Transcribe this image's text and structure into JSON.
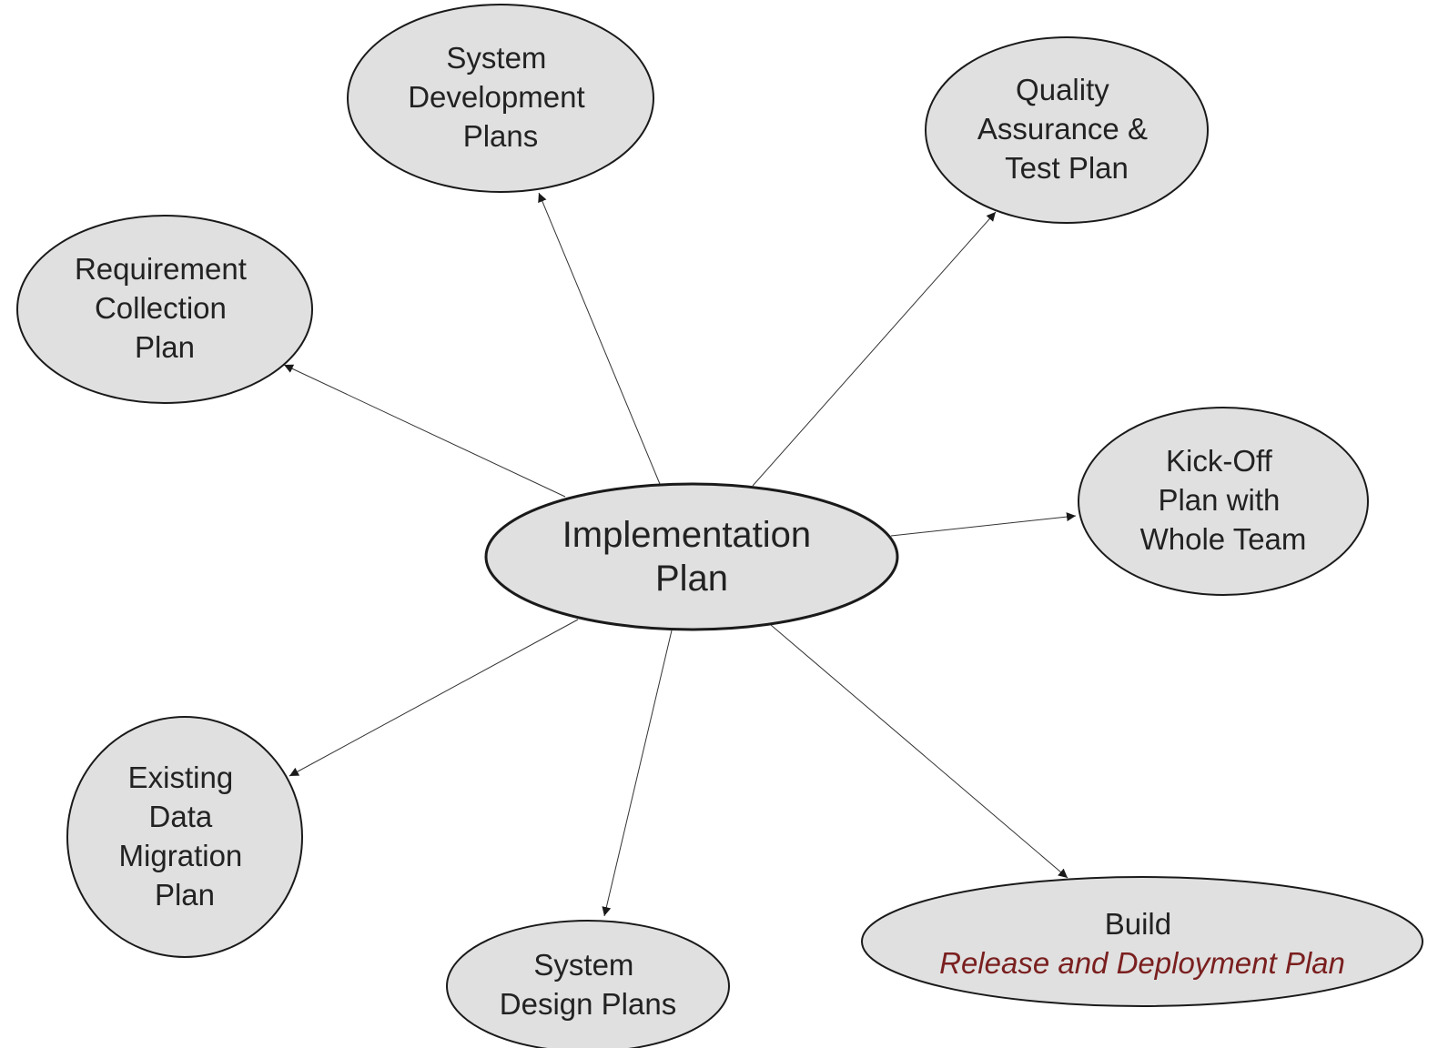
{
  "colors": {
    "node_fill": "#e0e0e0",
    "node_stroke": "#1a1a1a",
    "edge": "#333333",
    "text": "#222222",
    "accent_text": "#7a1f1f"
  },
  "center": {
    "lines": [
      "Implementation",
      "Plan"
    ]
  },
  "nodes": {
    "system_development": {
      "lines": [
        "System",
        "Development",
        "Plans"
      ]
    },
    "quality_assurance": {
      "lines": [
        "Quality",
        "Assurance &",
        "Test Plan"
      ]
    },
    "requirement_collection": {
      "lines": [
        "Requirement",
        "Collection",
        "Plan"
      ]
    },
    "kick_off": {
      "lines": [
        "Kick-Off",
        "Plan with",
        "Whole Team"
      ]
    },
    "existing_data_migration": {
      "lines": [
        "Existing",
        "Data",
        "Migration",
        "Plan"
      ]
    },
    "system_design": {
      "lines": [
        "System",
        "Design Plans"
      ]
    },
    "build": {
      "title": "Build",
      "subtitle": "Release and Deployment Plan"
    }
  }
}
